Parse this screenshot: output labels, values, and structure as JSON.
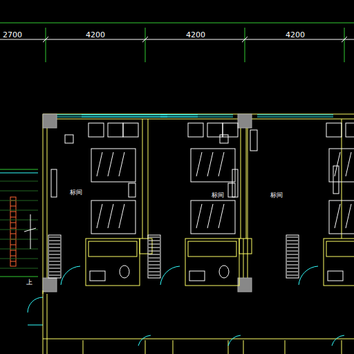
{
  "diagram": {
    "labels": [
      "2700",
      "4200",
      "4200",
      "4200",
      "标间",
      "标间",
      "标间",
      "上"
    ]
  }
}
